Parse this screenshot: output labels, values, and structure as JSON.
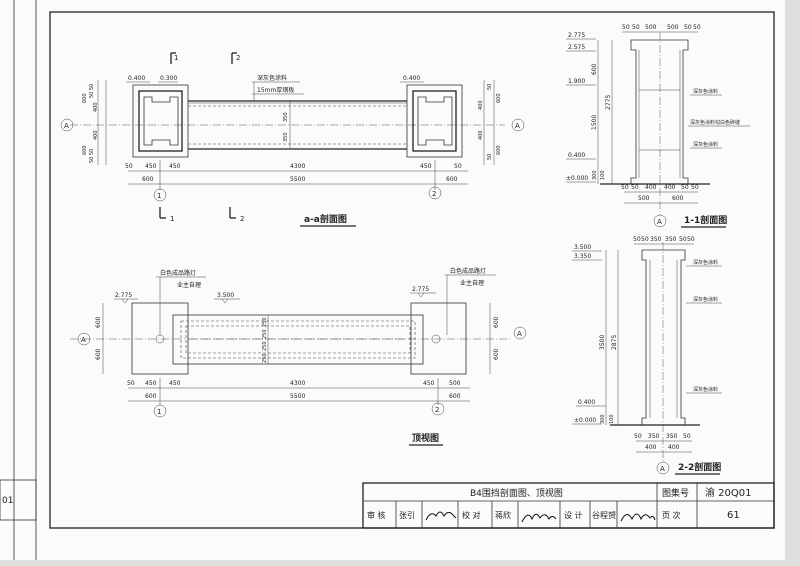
{
  "plan_aa": {
    "title": "a-a剖面图",
    "dims_top": [
      "0.400",
      "0.300",
      "0.400"
    ],
    "label_paint": "深灰色涂料",
    "label_steel": "15mm厚钢板",
    "left_vdims": [
      "600",
      "400",
      "400",
      "600",
      "50",
      "50",
      "50",
      "50"
    ],
    "right_vdims": [
      "400",
      "600",
      "400",
      "600",
      "50",
      "50"
    ],
    "inner_v": [
      "350",
      "350"
    ],
    "dims_row1": [
      "50",
      "450",
      "450",
      "4300",
      "450",
      "50"
    ],
    "dims_row2": [
      "600",
      "5500",
      "600"
    ],
    "axis_a": "A",
    "axis_1": "1",
    "axis_2": "2",
    "sec1": "1",
    "sec2": "2"
  },
  "top_view": {
    "title": "顶视图",
    "lamp_left": "白色成品路灯",
    "owner_left": "业主自理",
    "lamp_right": "白色成品路灯",
    "owner_right": "业主自理",
    "elev_left": "2.775",
    "elev_mid": "3.500",
    "elev_right": "2.775",
    "vdims_left": [
      "600",
      "600"
    ],
    "vdims_right": [
      "600",
      "600"
    ],
    "inner_v": [
      "250",
      "250",
      "250",
      "250"
    ],
    "dims_row1": [
      "50",
      "450",
      "450",
      "4300",
      "450",
      "500"
    ],
    "dims_row2": [
      "600",
      "5500",
      "600"
    ],
    "axis_a": "A",
    "axis_1": "1",
    "axis_2": "2"
  },
  "section_11": {
    "title": "1-1剖面图",
    "elevs": [
      "2.775",
      "2.575",
      "1.900",
      "0.400",
      "±0.000"
    ],
    "top_dims": [
      "50",
      "50",
      "500",
      "500",
      "50",
      "50"
    ],
    "vdims": [
      "600",
      "2775",
      "1500",
      "300",
      "100"
    ],
    "bottom_dims": [
      "50",
      "50",
      "400",
      "400",
      "50",
      "50"
    ],
    "bottom_dims2": [
      "500",
      "600"
    ],
    "labels": [
      "深灰色涂料",
      "深灰色涂料勾白色砖缝",
      "深灰色涂料"
    ],
    "axis_a": "A"
  },
  "section_22": {
    "title": "2-2剖面图",
    "elevs": [
      "3.500",
      "3.350",
      "0.400",
      "±0.000"
    ],
    "top_dims": [
      "50",
      "50",
      "350",
      "350",
      "50",
      "50"
    ],
    "vdims": [
      "3500",
      "2875",
      "300",
      "100"
    ],
    "bottom_dims": [
      "50",
      "350",
      "350",
      "50"
    ],
    "bottom_dims2": [
      "400",
      "400"
    ],
    "labels": [
      "深灰色涂料",
      "深灰色涂料",
      "深灰色涂料"
    ],
    "axis_a": "A"
  },
  "title_block": {
    "drawing_name": "B4围挡剖面图、顶视图",
    "atlas_label": "图集号",
    "atlas_no": "渝 20Q01",
    "review": "审 核",
    "reviewer": "张引",
    "check": "校 对",
    "checker": "蒋欣",
    "design": "设 计",
    "designer": "谷程赟",
    "page_label": "页 次",
    "page_no": "61"
  },
  "margin_tab": "01"
}
